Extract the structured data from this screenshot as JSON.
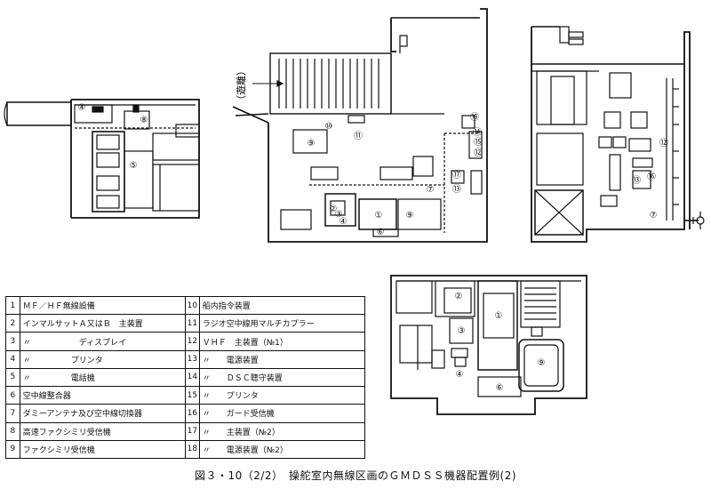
{
  "figure": {
    "caption": "図３・10（2/2）　操舵室内無線区画のＧＭＤＳＳ機器配置例(2)",
    "rotated_label": "（遊離）"
  },
  "markers": [
    "①",
    "②",
    "③",
    "④",
    "⑤",
    "⑥",
    "⑦",
    "⑧",
    "⑨",
    "⑩",
    "⑪",
    "⑫",
    "⑬",
    "⑭",
    "⑮",
    "⑯",
    "⑰",
    "⑱"
  ],
  "legend": [
    {
      "no": "1",
      "text": "ＭＦ／ＨＦ無線設備"
    },
    {
      "no": "2",
      "text": "インマルサットＡ又はＢ　主装置"
    },
    {
      "no": "3",
      "text": "〃　　　　　　ディスプレイ"
    },
    {
      "no": "4",
      "text": "〃　　　　　プリンタ"
    },
    {
      "no": "5",
      "text": "〃　　　　　電話機"
    },
    {
      "no": "6",
      "text": "空中線整合器"
    },
    {
      "no": "7",
      "text": "ダミーアンテナ及び空中線切換器"
    },
    {
      "no": "8",
      "text": "高速ファクシミリ受信機"
    },
    {
      "no": "9",
      "text": "ファクシミリ受信機"
    },
    {
      "no": "10",
      "text": "船内指令装置"
    },
    {
      "no": "11",
      "text": "ラジオ空中線用マルチカプラー"
    },
    {
      "no": "12",
      "text": "ＶＨＦ　主装置（№1）"
    },
    {
      "no": "13",
      "text": "〃　　電源装置"
    },
    {
      "no": "14",
      "text": "〃　　ＤＳＣ聴守装置"
    },
    {
      "no": "15",
      "text": "〃　　プリンタ"
    },
    {
      "no": "16",
      "text": "〃　　ガード受信機"
    },
    {
      "no": "17",
      "text": "〃　　主装置（№2）"
    },
    {
      "no": "18",
      "text": "〃　　電源装置（№2）"
    }
  ]
}
